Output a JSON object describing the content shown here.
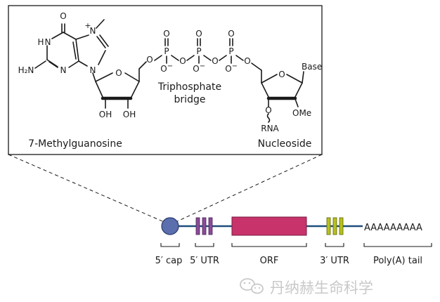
{
  "structure": {
    "left_label": "7-Methylguanosine",
    "bridge_line1": "Triphosphate",
    "bridge_line2": "bridge",
    "right_label": "Nucleoside",
    "atoms": {
      "O": "O",
      "H": "H",
      "N": "N",
      "NH2": "H₂N",
      "charge_plus": "+",
      "charge_minus": "−",
      "P": "P",
      "OH": "OH",
      "Base": "Base",
      "OMe": "OMe",
      "RNA": "RNA"
    }
  },
  "mrna": {
    "segments": [
      "5′ cap",
      "5′ UTR",
      "ORF",
      "3′ UTR",
      "Poly(A) tail"
    ],
    "polya_text": "AAAAAAAAA",
    "colors": {
      "cap": "#5b6fae",
      "utr5": "#8a4b97",
      "orf": "#c8336c",
      "utr3": "#b8c11a",
      "line": "#1f4e7a"
    }
  },
  "watermark": {
    "text": "丹纳赫生命科学"
  }
}
